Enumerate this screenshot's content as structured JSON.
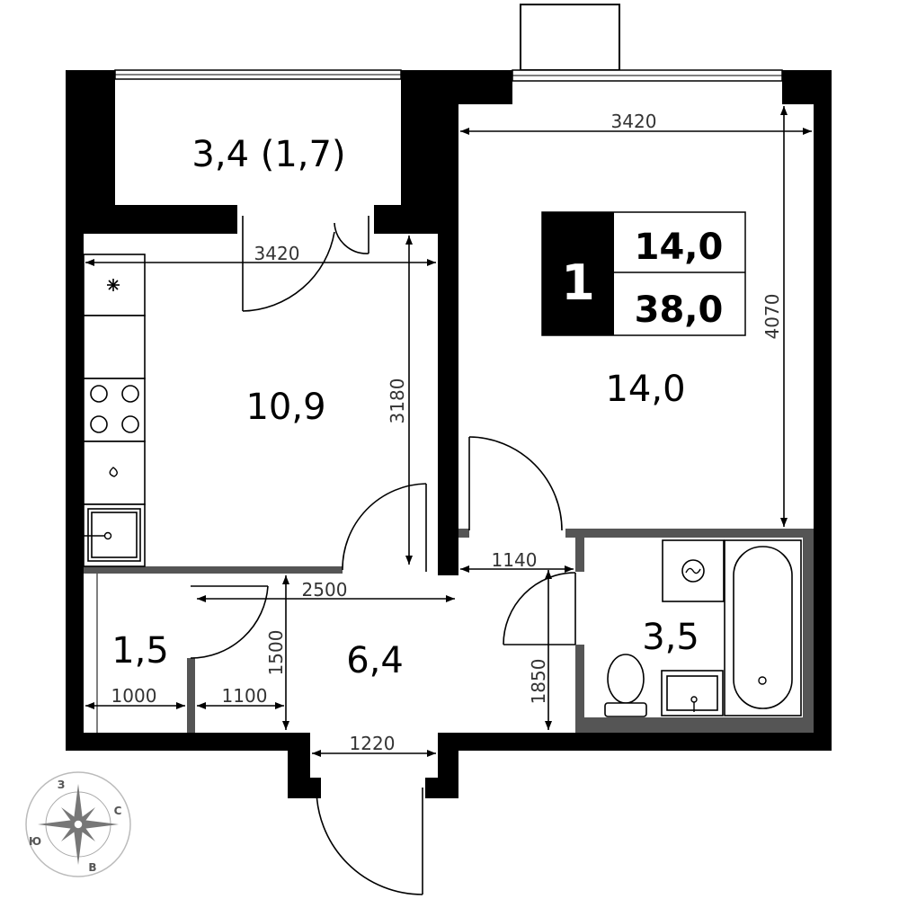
{
  "summary": {
    "rooms_count": "1",
    "living_area": "14,0",
    "total_area": "38,0"
  },
  "rooms": {
    "balcony": "3,4 (1,7)",
    "kitchen": "10,9",
    "living": "14,0",
    "storage": "1,5",
    "hall": "6,4",
    "bathroom": "3,5"
  },
  "dimensions": {
    "living_width": "3420",
    "living_depth": "4070",
    "kitchen_width": "3420",
    "kitchen_depth": "3180",
    "hall_width": "2500",
    "hall_depth": "1500",
    "passage_width": "1140",
    "bath_depth": "1850",
    "storage_width": "1000",
    "corridor_width": "1100",
    "entrance_width": "1220"
  },
  "compass": {
    "north": "З",
    "east": "С",
    "south": "В",
    "west": "Ю"
  },
  "icons": [
    "compass-rose-icon",
    "washing-machine-icon",
    "stove-icon",
    "sink-icon",
    "bathtub-icon",
    "toilet-icon"
  ]
}
